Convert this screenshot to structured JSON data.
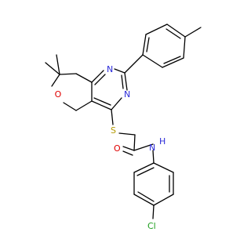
{
  "colors": {
    "bond": "#000000",
    "nitrogen": "#2b2bd9",
    "oxygen": "#e00000",
    "sulfur": "#b39900",
    "chlorine": "#1e9e1e",
    "background": "#ffffff"
  },
  "atoms": {
    "n_upper": "N",
    "n_lower": "N",
    "o_ring": "O",
    "s": "S",
    "o_carbonyl": "O",
    "n_amide": "N",
    "h_amide": "H",
    "cl": "Cl"
  }
}
